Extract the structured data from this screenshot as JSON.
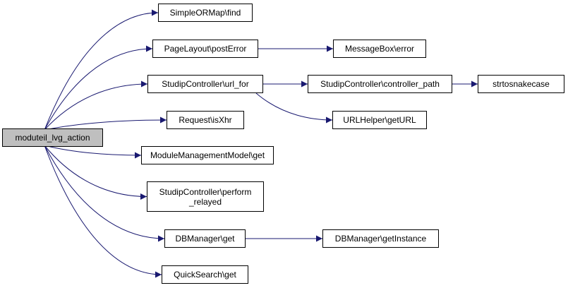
{
  "graph": {
    "root": {
      "id": "root",
      "label": "moduteil_lvg_action"
    },
    "nodes": [
      {
        "id": "n_find",
        "label": "SimpleORMap\\find"
      },
      {
        "id": "n_posterror",
        "label": "PageLayout\\postError"
      },
      {
        "id": "n_msgerror",
        "label": "MessageBox\\error"
      },
      {
        "id": "n_urlfor",
        "label": "StudipController\\url_for"
      },
      {
        "id": "n_ctrlpath",
        "label": "StudipController\\controller_path"
      },
      {
        "id": "n_snake",
        "label": "strtosnakecase"
      },
      {
        "id": "n_geturl",
        "label": "URLHelper\\getURL"
      },
      {
        "id": "n_isxhr",
        "label": "Request\\isXhr"
      },
      {
        "id": "n_mmget",
        "label": "ModuleManagementModel\\get"
      },
      {
        "id": "n_perform",
        "label_line1": "StudipController\\perform",
        "label_line2": "_relayed"
      },
      {
        "id": "n_dbget",
        "label": "DBManager\\get"
      },
      {
        "id": "n_dbinst",
        "label": "DBManager\\getInstance"
      },
      {
        "id": "n_qsget",
        "label": "QuickSearch\\get"
      }
    ],
    "edges": [
      [
        "root",
        "n_find"
      ],
      [
        "root",
        "n_posterror"
      ],
      [
        "root",
        "n_urlfor"
      ],
      [
        "root",
        "n_isxhr"
      ],
      [
        "root",
        "n_mmget"
      ],
      [
        "root",
        "n_perform"
      ],
      [
        "root",
        "n_dbget"
      ],
      [
        "root",
        "n_qsget"
      ],
      [
        "n_posterror",
        "n_msgerror"
      ],
      [
        "n_urlfor",
        "n_ctrlpath"
      ],
      [
        "n_urlfor",
        "n_geturl"
      ],
      [
        "n_ctrlpath",
        "n_snake"
      ],
      [
        "n_dbget",
        "n_dbinst"
      ]
    ],
    "edge_color": "#191970",
    "node_fill": "#ffffff",
    "root_fill": "#bfbfbf"
  }
}
